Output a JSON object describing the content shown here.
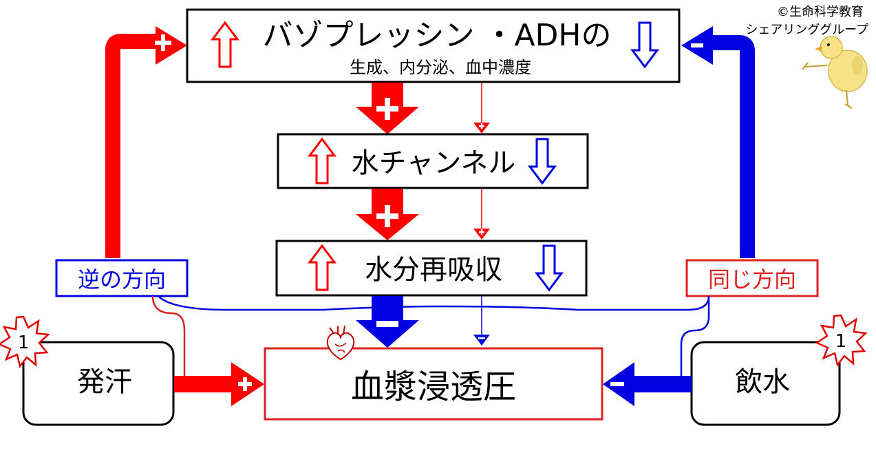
{
  "copyright": {
    "line1": "©生命科学教育",
    "line2": "シェアリンググループ"
  },
  "boxes": {
    "vasopressin": {
      "title": "バゾプレッシン ・ADHの",
      "subtitle": "生成、内分泌、血中濃度"
    },
    "water_channel": {
      "label": "水チャンネル"
    },
    "reabsorption": {
      "label": "水分再吸収"
    },
    "osmotic_pressure": {
      "label": "血漿浸透圧"
    },
    "sweating": {
      "label": "発汗"
    },
    "drinking": {
      "label": "飲水"
    }
  },
  "direction_labels": {
    "opposite": "逆の方向",
    "same": "同じ方向"
  },
  "badges": {
    "sweating": "1",
    "drinking": "1"
  },
  "signs": {
    "plus": "+",
    "minus": "−"
  },
  "colors": {
    "positive": "#ff0000",
    "negative": "#0000e0",
    "box_border": "#000000",
    "osmotic_border": "#e02020"
  },
  "icons": {
    "heart": "heart-icon",
    "chick": "chick-icon",
    "increase": "up-arrow-icon",
    "decrease": "down-arrow-icon",
    "badge": "starburst-icon"
  }
}
